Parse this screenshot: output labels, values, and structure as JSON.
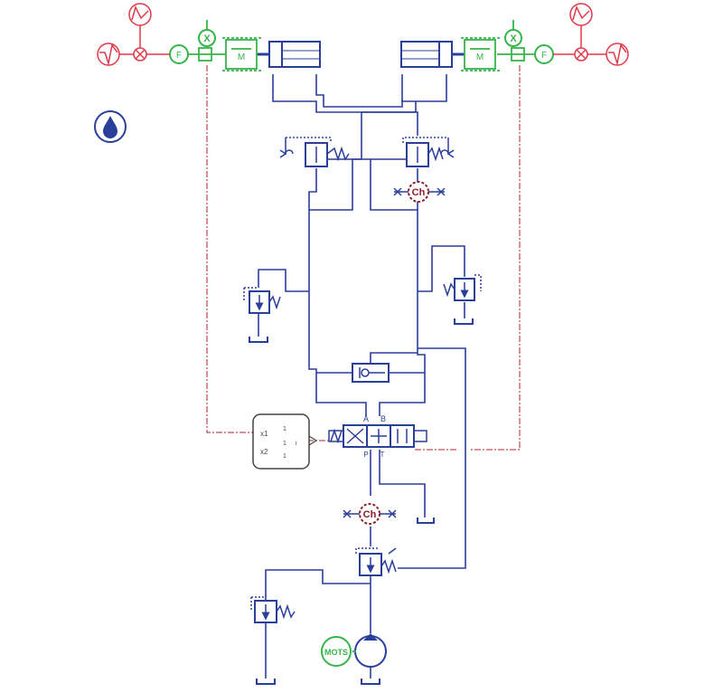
{
  "colors": {
    "hydraulic": "#2a3f9a",
    "signal": "#e03a4a",
    "mechanical": "#37b54a",
    "thermal": "#8a1f2a",
    "control_line": "#b02030",
    "background": "#ffffff"
  },
  "icons": {
    "fluid_properties": "water-drop-icon",
    "tank": "tank-icon",
    "pump": "pump-icon",
    "motor": "motor-icon",
    "chamber": "chamber-icon"
  },
  "labels": {
    "chamber_top": "Ch",
    "chamber_bottom": "Ch",
    "valve_port_a": "A",
    "valve_port_b": "B",
    "valve_port_p": "P",
    "valve_port_t": "T",
    "motor": "MOTS",
    "mass_left": "M",
    "mass_right": "M",
    "sensor_left": "X",
    "sensor_right": "X",
    "force_left": "F",
    "force_right": "F",
    "controller_x1": "x1",
    "controller_x2": "x2",
    "controller_i": "i",
    "controller_k1": "1",
    "controller_k2": "1",
    "controller_k3": "1"
  }
}
